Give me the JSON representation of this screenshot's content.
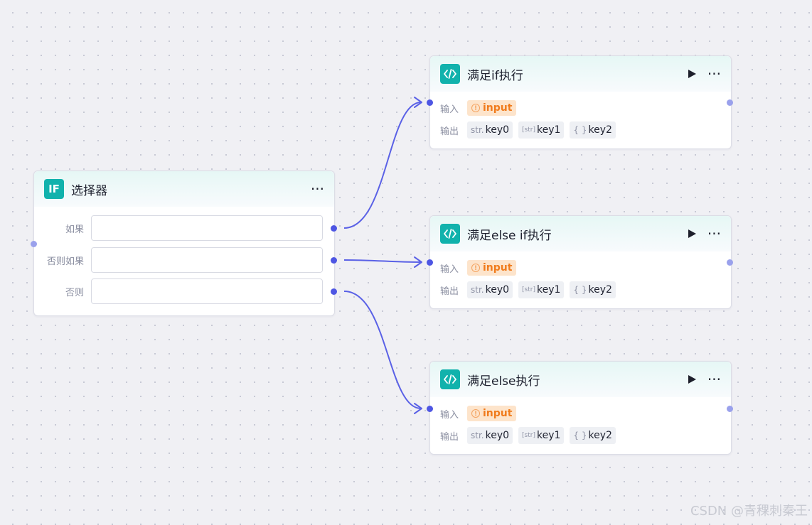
{
  "selector": {
    "logo": "IF",
    "title": "选择器",
    "more": "···",
    "conditions": [
      {
        "label": "如果",
        "value": ""
      },
      {
        "label": "否则如果",
        "value": ""
      },
      {
        "label": "否则",
        "value": ""
      }
    ]
  },
  "nodes": [
    {
      "title": "满足if执行",
      "input_label": "输入",
      "input_tag": "input",
      "output_label": "输出",
      "outputs": [
        {
          "type": "str.",
          "name": "key0"
        },
        {
          "type": "[str]",
          "name": "key1"
        },
        {
          "type": "{ }",
          "name": "key2"
        }
      ]
    },
    {
      "title": "满足else if执行",
      "input_label": "输入",
      "input_tag": "input",
      "output_label": "输出",
      "outputs": [
        {
          "type": "str.",
          "name": "key0"
        },
        {
          "type": "[str]",
          "name": "key1"
        },
        {
          "type": "{ }",
          "name": "key2"
        }
      ]
    },
    {
      "title": "满足else执行",
      "input_label": "输入",
      "input_tag": "input",
      "output_label": "输出",
      "outputs": [
        {
          "type": "str.",
          "name": "key0"
        },
        {
          "type": "[str]",
          "name": "key1"
        },
        {
          "type": "{ }",
          "name": "key2"
        }
      ]
    }
  ],
  "icons": {
    "code": "code-icon",
    "play": "play-icon",
    "more": "more-icon",
    "warning": "warning-icon"
  },
  "colors": {
    "accent": "#11b2ac",
    "edge": "#5a61e6",
    "port": "#4e56e3",
    "warn_bg": "#fde4cb",
    "warn_text": "#f07b1c"
  },
  "watermark": "CSDN @青稞刺秦王"
}
